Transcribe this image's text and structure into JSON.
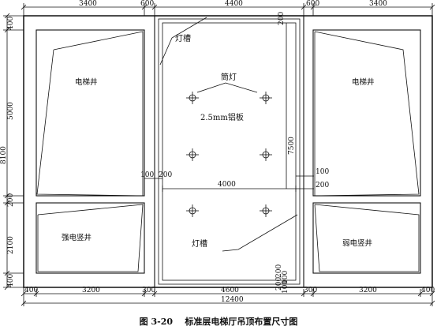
{
  "dimensions": {
    "top": [
      "3400",
      "600",
      "4400",
      "600",
      "3400"
    ],
    "bottom": [
      "400",
      "3200",
      "300",
      "4600",
      "300",
      "3200",
      "400"
    ],
    "bottom_total": "12400",
    "left_segments": [
      "400",
      "5000",
      "200",
      "2100",
      "400"
    ],
    "left_total": "8100",
    "inner_height": "7500",
    "inner_width": "4000",
    "right_upper_top": "200",
    "gap_left_a": "100",
    "gap_left_b": "200",
    "gap_right_a": "100",
    "gap_right_b": "200",
    "bottom_small": [
      "200",
      "100",
      "200",
      "100"
    ]
  },
  "labels": {
    "elevator_left": "电梯井",
    "elevator_right": "电梯井",
    "strong_shaft": "强电竖井",
    "weak_shaft": "弱电竖井",
    "light_trough_top": "灯槽",
    "light_trough_bottom": "灯槽",
    "downlight": "筒灯",
    "panel": "2.5mm铝板"
  },
  "caption": {
    "number": "图 3-20",
    "title": "标准层电梯厅吊顶布置尺寸图"
  }
}
